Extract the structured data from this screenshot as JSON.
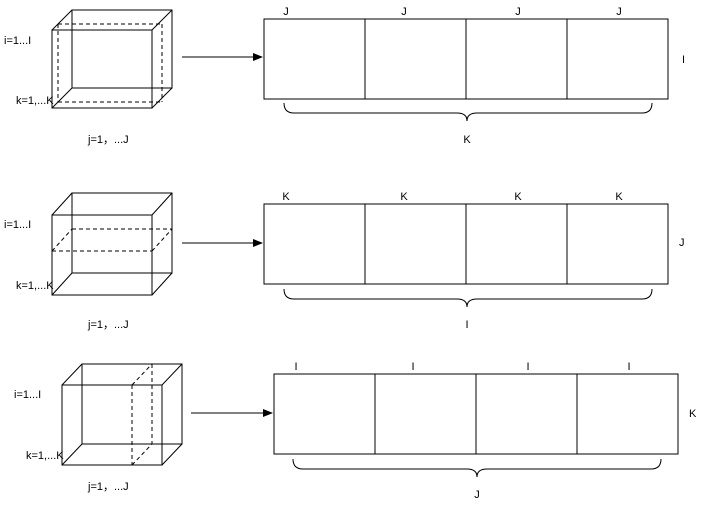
{
  "colors": {
    "stroke": "#000000",
    "background": "#ffffff"
  },
  "rows": [
    {
      "slice": "j",
      "cube_labels": {
        "i": "i=1...I",
        "k": "k=1,...K",
        "j": "j=1，...J"
      },
      "block_labels": [
        "J",
        "J",
        "J",
        "J"
      ],
      "side_label": "I",
      "brace_label": "K"
    },
    {
      "slice": "i",
      "cube_labels": {
        "i": "i=1...I",
        "k": "k=1,...K",
        "j": "j=1，...J"
      },
      "block_labels": [
        "K",
        "K",
        "K",
        "K"
      ],
      "side_label": "J",
      "brace_label": "I"
    },
    {
      "slice": "k",
      "cube_labels": {
        "i": "i=1...I",
        "k": "k=1,...K",
        "j": "j=1，...J"
      },
      "block_labels": [
        "I",
        "I",
        "I",
        "I"
      ],
      "side_label": "K",
      "brace_label": "J"
    }
  ]
}
